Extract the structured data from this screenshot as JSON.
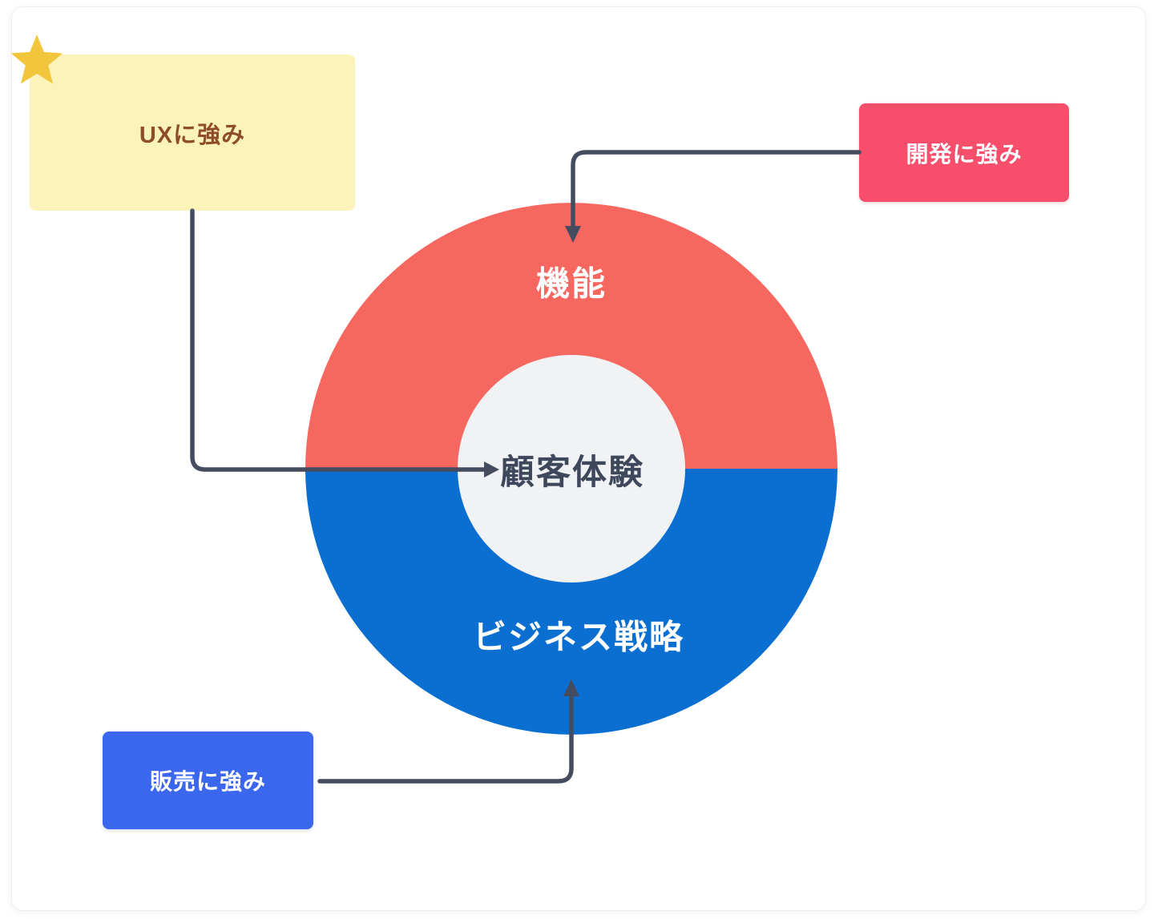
{
  "canvas": {
    "card_bg": "#ffffff",
    "card_border": "#eceef1"
  },
  "sticky_notes": {
    "ux": {
      "label": "UXに強み",
      "bg": "#fbf3ba",
      "text_color": "#8e4c2a"
    },
    "dev": {
      "label": "開発に強み",
      "bg": "#f74f6b",
      "text_color": "#ffffff"
    },
    "sales": {
      "label": "販売に強み",
      "bg": "#3b67ef",
      "text_color": "#ffffff"
    }
  },
  "donut": {
    "segments": [
      {
        "position": "top",
        "label": "機能",
        "color": "#f6675f"
      },
      {
        "position": "bottom",
        "label": "ビジネス戦略",
        "color": "#0b6fd2"
      }
    ],
    "segment_label_color": "#ffffff",
    "center": {
      "label": "顧客体験",
      "bg": "#f1f2f4",
      "text_color": "#3f475c"
    }
  },
  "connectors": {
    "color": "#454c5f"
  },
  "icons": {
    "star_color": "#f2c63c"
  }
}
